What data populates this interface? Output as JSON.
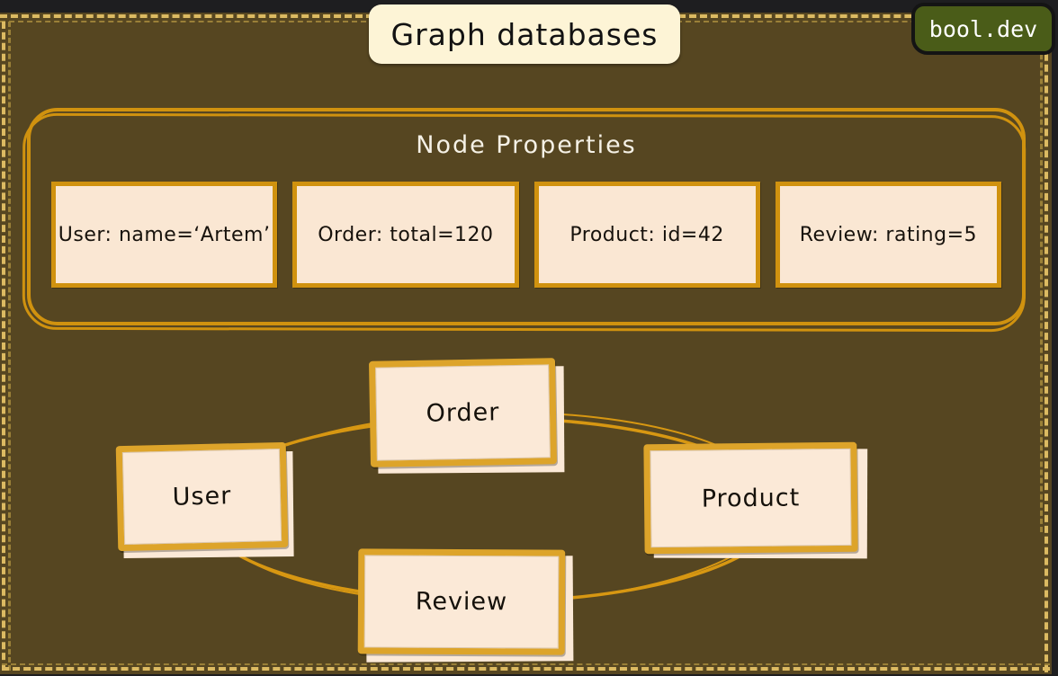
{
  "header": {
    "title": "Graph databases",
    "badge": "bool.dev"
  },
  "node_properties": {
    "title": "Node Properties",
    "cards": [
      {
        "label": "User: name=‘Artem’"
      },
      {
        "label": "Order: total=120"
      },
      {
        "label": "Product: id=42"
      },
      {
        "label": "Review: rating=5"
      }
    ]
  },
  "graph": {
    "nodes": [
      {
        "id": "order",
        "label": "Order"
      },
      {
        "id": "user",
        "label": "User"
      },
      {
        "id": "product",
        "label": "Product"
      },
      {
        "id": "review",
        "label": "Review"
      }
    ]
  },
  "colors": {
    "background": "#564621",
    "frame_black": "#1e1e20",
    "dash_gold": "#dcba62",
    "dash_gold_dark": "#9a8038",
    "accent_gold": "#d0920f",
    "node_gold": "#dda42a",
    "card_fill": "#fae7d3",
    "node_fill": "#fbe9d7",
    "title_fill": "#fdf4d6",
    "badge_green": "#4a5c18",
    "panel_title_text": "#f5f1e6",
    "text_dark": "#1c1812"
  }
}
